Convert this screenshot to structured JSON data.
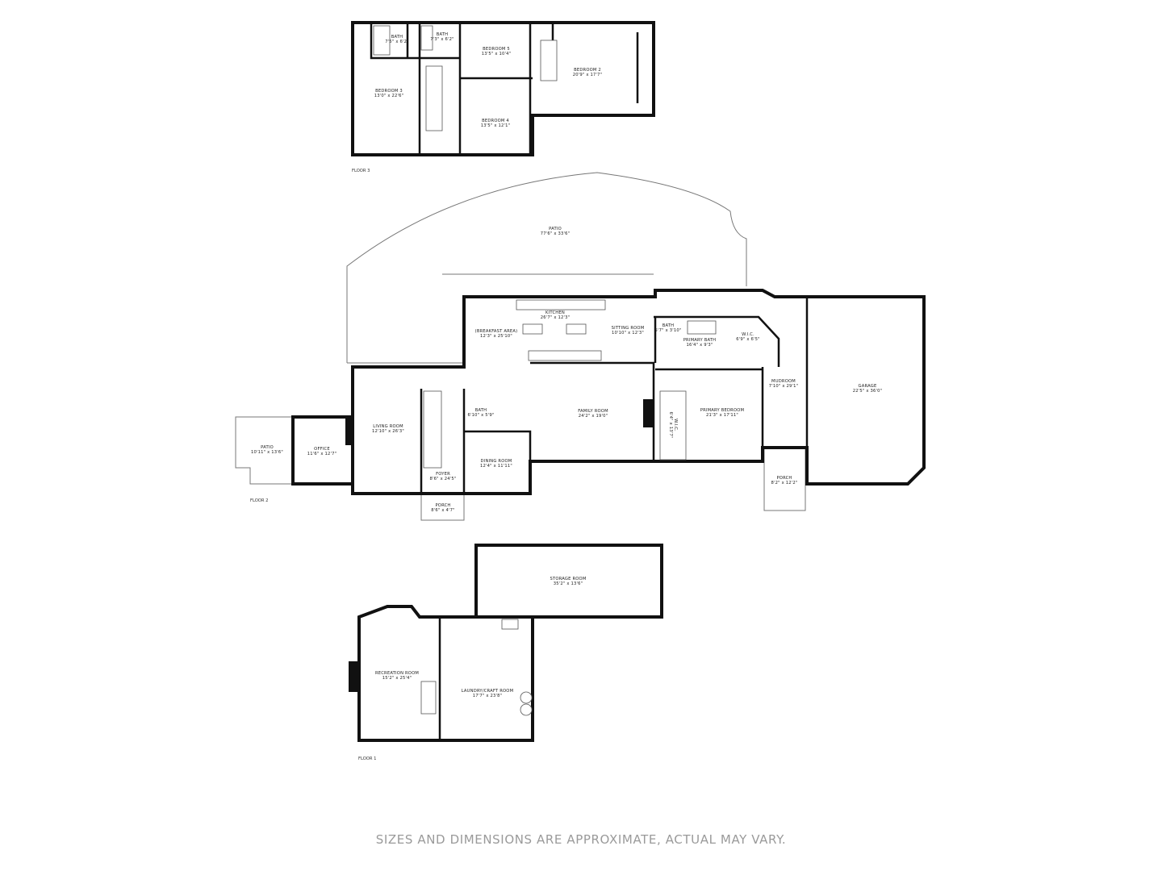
{
  "floor3": {
    "label": "FLOOR 3",
    "rooms": [
      {
        "name": "BATH",
        "dim": "7'5\" x 6'2\""
      },
      {
        "name": "BATH",
        "dim": "7'3\" x 6'2\""
      },
      {
        "name": "BEDROOM 5",
        "dim": "13'5\" x 10'4\""
      },
      {
        "name": "BEDROOM 2",
        "dim": "20'9\" x 17'7\""
      },
      {
        "name": "BEDROOM 3",
        "dim": "13'0\" x 22'6\""
      },
      {
        "name": "BEDROOM 4",
        "dim": "13'5\" x 12'1\""
      }
    ]
  },
  "floor2": {
    "label": "FLOOR 2",
    "rooms": [
      {
        "name": "PATIO",
        "dim": "77'6\" x 33'6\""
      },
      {
        "name": "KITCHEN",
        "dim": "26'7\" x 12'3\""
      },
      {
        "name": "(BREAKFAST AREA)",
        "dim": "12'3\" x 25'10\""
      },
      {
        "name": "SITTING ROOM",
        "dim": "10'10\" x 12'3\""
      },
      {
        "name": "BATH",
        "dim": "5'7\" x 3'10\""
      },
      {
        "name": "PRIMARY BATH",
        "dim": "16'4\" x 9'3\""
      },
      {
        "name": "W.I.C.",
        "dim": "6'9\" x 6'5\""
      },
      {
        "name": "MUDROOM",
        "dim": "7'10\" x 29'1\""
      },
      {
        "name": "GARAGE",
        "dim": "22'5\" x 36'0\""
      },
      {
        "name": "FAMILY ROOM",
        "dim": "24'2\" x 19'0\""
      },
      {
        "name": "PRIMARY BEDROOM",
        "dim": "21'3\" x 17'11\""
      },
      {
        "name": "W.I.C.",
        "dim": "6'4\" x 13'7\""
      },
      {
        "name": "LIVING ROOM",
        "dim": "12'10\" x 26'3\""
      },
      {
        "name": "BATH",
        "dim": "6'10\" x 5'9\""
      },
      {
        "name": "DINING ROOM",
        "dim": "12'4\" x 11'11\""
      },
      {
        "name": "FOYER",
        "dim": "8'6\" x 24'5\""
      },
      {
        "name": "PORCH",
        "dim": "8'6\" x 4'7\""
      },
      {
        "name": "OFFICE",
        "dim": "11'6\" x 12'7\""
      },
      {
        "name": "PATIO",
        "dim": "10'11\" x 13'6\""
      },
      {
        "name": "PORCH",
        "dim": "8'2\" x 12'2\""
      }
    ]
  },
  "floor1": {
    "label": "FLOOR 1",
    "rooms": [
      {
        "name": "STORAGE ROOM",
        "dim": "35'2\" x 13'6\""
      },
      {
        "name": "RECREATION ROOM",
        "dim": "15'2\" x 25'4\""
      },
      {
        "name": "LAUNDRY/CRAFT ROOM",
        "dim": "17'7\" x 23'8\""
      }
    ]
  },
  "disclaimer": "SIZES AND DIMENSIONS ARE APPROXIMATE, ACTUAL MAY VARY."
}
